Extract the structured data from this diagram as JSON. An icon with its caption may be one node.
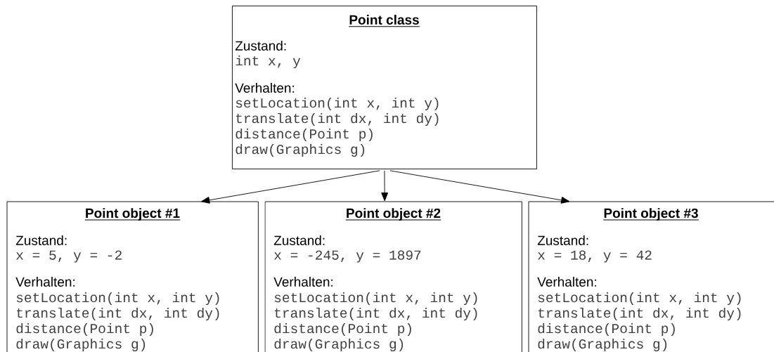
{
  "diagram": {
    "nodes": [
      {
        "text": [
          "Point class",
          "Zustand:",
          "int x, y",
          "Verhalten:",
          "setLocation(int x, int y)",
          "translate(int dx, int dy)",
          "distance(Point p)",
          "draw(Graphics g)"
        ]
      },
      {
        "text": [
          "Point object #1",
          "Zustand:",
          "x = 5, y = -2",
          "Verhalten:",
          "setLocation(int x, int y)",
          "translate(int dx, int dy)",
          "distance(Point p)",
          "draw(Graphics g)"
        ]
      },
      {
        "text": [
          "Point object #2",
          "Zustand:",
          "x = -245, y = 1897",
          "Verhalten:",
          "setLocation(int x, int y)",
          "translate(int dx, int dy)",
          "distance(Point p)",
          "draw(Graphics g)"
        ]
      },
      {
        "text": [
          "Point object #3",
          "Zustand:",
          "x = 18, y = 42",
          "Verhalten:",
          "setLocation(int x, int y)",
          "translate(int dx, int dy)",
          "distance(Point p)",
          "draw(Graphics g)"
        ]
      }
    ],
    "edges": [
      {
        "from": 0,
        "to": 1,
        "arrow": "to"
      },
      {
        "from": 0,
        "to": 2,
        "arrow": "to"
      },
      {
        "from": 0,
        "to": 3,
        "arrow": "to"
      }
    ]
  }
}
